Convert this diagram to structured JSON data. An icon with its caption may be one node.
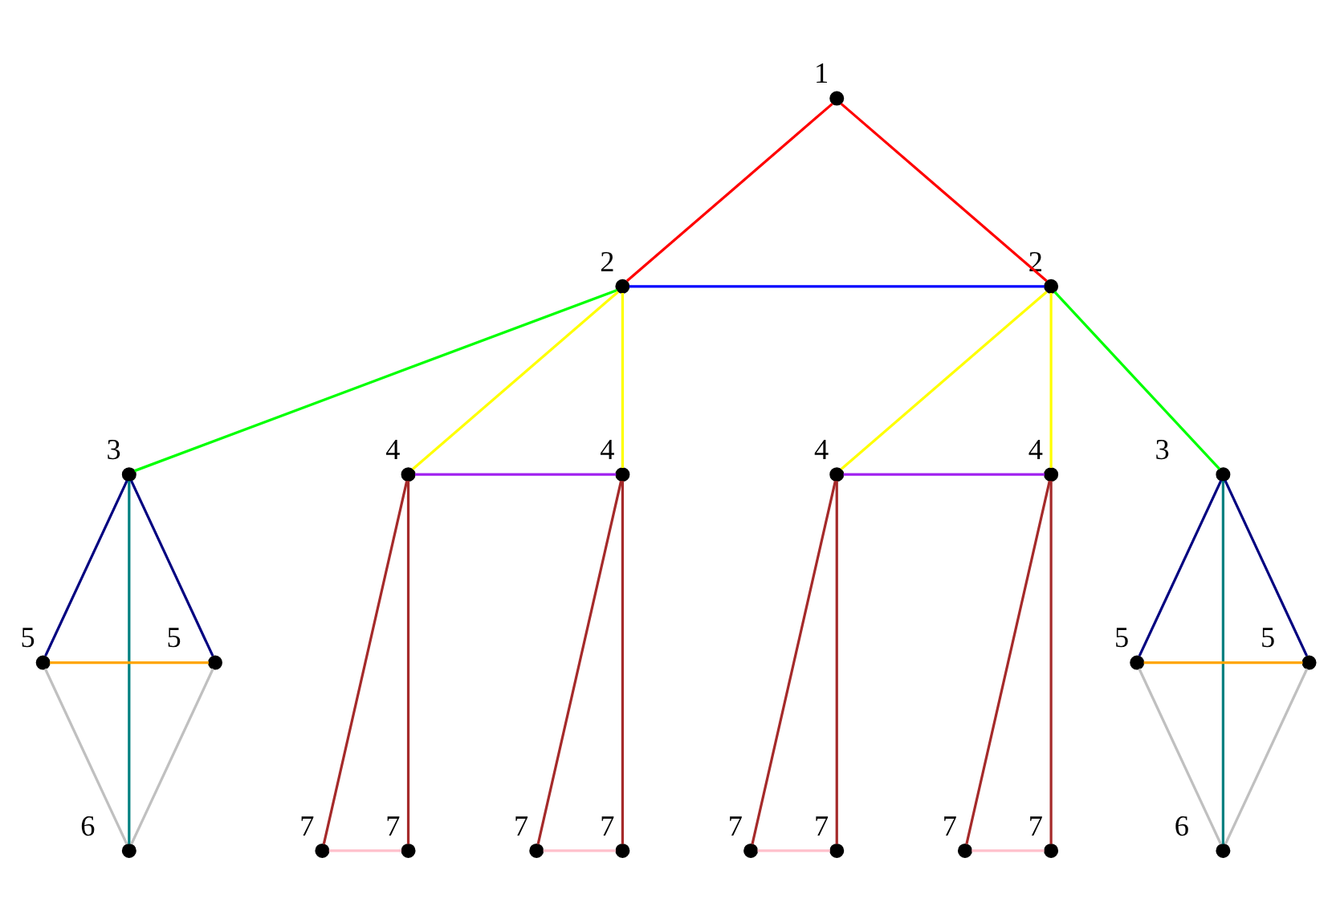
{
  "diagram": {
    "nodes": [
      {
        "text": [],
        "shape": "circle",
        "beside": [
          "1"
        ]
      },
      {
        "text": [],
        "shape": "circle",
        "beside": [
          "2"
        ]
      },
      {
        "text": [],
        "shape": "circle",
        "beside": [
          "2"
        ]
      },
      {
        "text": [],
        "shape": "circle",
        "beside": [
          "3"
        ]
      },
      {
        "text": [],
        "shape": "circle",
        "beside": [
          "4"
        ]
      },
      {
        "text": [],
        "shape": "circle",
        "beside": [
          "4"
        ]
      },
      {
        "text": [],
        "shape": "circle",
        "beside": [
          "4"
        ]
      },
      {
        "text": [],
        "shape": "circle",
        "beside": [
          "4"
        ]
      },
      {
        "text": [],
        "shape": "circle",
        "beside": [
          "3"
        ]
      },
      {
        "text": [],
        "shape": "circle",
        "beside": [
          "5"
        ]
      },
      {
        "text": [],
        "shape": "circle",
        "beside": [
          "5"
        ]
      },
      {
        "text": [],
        "shape": "circle",
        "beside": [
          "5"
        ]
      },
      {
        "text": [],
        "shape": "circle",
        "beside": [
          "5"
        ]
      },
      {
        "text": [],
        "shape": "circle",
        "beside": [
          "6"
        ]
      },
      {
        "text": [],
        "shape": "circle",
        "beside": [
          "7"
        ]
      },
      {
        "text": [],
        "shape": "circle",
        "beside": [
          "7"
        ]
      },
      {
        "text": [],
        "shape": "circle",
        "beside": [
          "7"
        ]
      },
      {
        "text": [],
        "shape": "circle",
        "beside": [
          "7"
        ]
      },
      {
        "text": [],
        "shape": "circle",
        "beside": [
          "7"
        ]
      },
      {
        "text": [],
        "shape": "circle",
        "beside": [
          "7"
        ]
      },
      {
        "text": [],
        "shape": "circle",
        "beside": [
          "7"
        ]
      },
      {
        "text": [],
        "shape": "circle",
        "beside": [
          "7"
        ]
      },
      {
        "text": [],
        "shape": "circle",
        "beside": [
          "6"
        ]
      }
    ],
    "edges": [
      {
        "from": 0,
        "to": 1,
        "arrow": "none",
        "color": "#ff0000"
      },
      {
        "from": 0,
        "to": 2,
        "arrow": "none",
        "color": "#ff0000"
      },
      {
        "from": 1,
        "to": 2,
        "arrow": "none",
        "color": "#0000ff"
      },
      {
        "from": 1,
        "to": 3,
        "arrow": "none",
        "color": "#00ff00"
      },
      {
        "from": 1,
        "to": 4,
        "arrow": "none",
        "color": "#ffff00"
      },
      {
        "from": 1,
        "to": 5,
        "arrow": "none",
        "color": "#ffff00"
      },
      {
        "from": 2,
        "to": 6,
        "arrow": "none",
        "color": "#ffff00"
      },
      {
        "from": 2,
        "to": 7,
        "arrow": "none",
        "color": "#ffff00"
      },
      {
        "from": 2,
        "to": 8,
        "arrow": "none",
        "color": "#00ff00"
      },
      {
        "from": 4,
        "to": 5,
        "arrow": "none",
        "color": "#a020f0"
      },
      {
        "from": 6,
        "to": 7,
        "arrow": "none",
        "color": "#a020f0"
      },
      {
        "from": 3,
        "to": 9,
        "arrow": "none",
        "color": "#000080"
      },
      {
        "from": 3,
        "to": 13,
        "arrow": "none",
        "color": "#008080"
      },
      {
        "from": 3,
        "to": 10,
        "arrow": "none",
        "color": "#000080"
      },
      {
        "from": 8,
        "to": 11,
        "arrow": "none",
        "color": "#000080"
      },
      {
        "from": 8,
        "to": 22,
        "arrow": "none",
        "color": "#008080"
      },
      {
        "from": 8,
        "to": 12,
        "arrow": "none",
        "color": "#000080"
      },
      {
        "from": 9,
        "to": 10,
        "arrow": "none",
        "color": "#ffa500"
      },
      {
        "from": 11,
        "to": 12,
        "arrow": "none",
        "color": "#ffa500"
      },
      {
        "from": 9,
        "to": 13,
        "arrow": "none",
        "color": "#c0c0c0"
      },
      {
        "from": 10,
        "to": 13,
        "arrow": "none",
        "color": "#c0c0c0"
      },
      {
        "from": 11,
        "to": 22,
        "arrow": "none",
        "color": "#c0c0c0"
      },
      {
        "from": 12,
        "to": 22,
        "arrow": "none",
        "color": "#c0c0c0"
      },
      {
        "from": 4,
        "to": 14,
        "arrow": "none",
        "color": "#a52a2a"
      },
      {
        "from": 4,
        "to": 15,
        "arrow": "none",
        "color": "#a52a2a"
      },
      {
        "from": 5,
        "to": 16,
        "arrow": "none",
        "color": "#a52a2a"
      },
      {
        "from": 5,
        "to": 17,
        "arrow": "none",
        "color": "#a52a2a"
      },
      {
        "from": 6,
        "to": 18,
        "arrow": "none",
        "color": "#a52a2a"
      },
      {
        "from": 6,
        "to": 19,
        "arrow": "none",
        "color": "#a52a2a"
      },
      {
        "from": 7,
        "to": 20,
        "arrow": "none",
        "color": "#a52a2a"
      },
      {
        "from": 7,
        "to": 21,
        "arrow": "none",
        "color": "#a52a2a"
      },
      {
        "from": 14,
        "to": 15,
        "arrow": "none",
        "color": "#ffc0cb"
      },
      {
        "from": 16,
        "to": 17,
        "arrow": "none",
        "color": "#ffc0cb"
      },
      {
        "from": 18,
        "to": 19,
        "arrow": "none",
        "color": "#ffc0cb"
      },
      {
        "from": 20,
        "to": 21,
        "arrow": "none",
        "color": "#ffc0cb"
      }
    ]
  }
}
